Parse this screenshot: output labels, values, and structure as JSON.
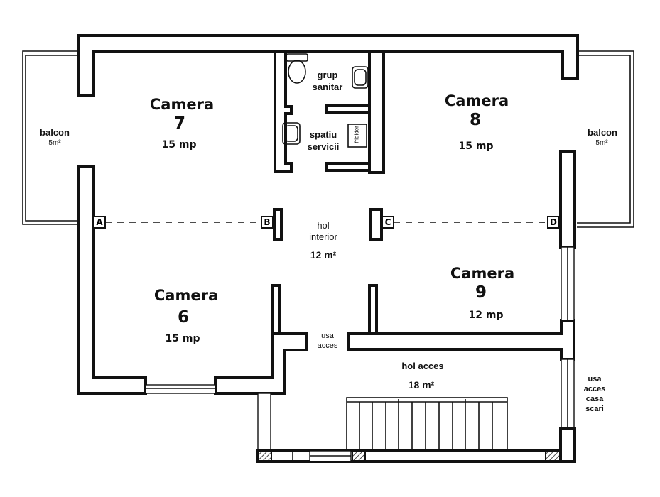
{
  "plan": {
    "rooms": [
      {
        "id": "camera-7",
        "title": "Camera",
        "number": "7",
        "area": "15 mp"
      },
      {
        "id": "camera-8",
        "title": "Camera",
        "number": "8",
        "area": "15 mp"
      },
      {
        "id": "camera-6",
        "title": "Camera",
        "number": "6",
        "area": "15 mp"
      },
      {
        "id": "camera-9",
        "title": "Camera",
        "number": "9",
        "area": "12 mp"
      }
    ],
    "balcony_left": {
      "label": "balcon",
      "area": "5m²"
    },
    "balcony_right": {
      "label": "balcon",
      "area": "5m²"
    },
    "bathroom": {
      "line1": "grup",
      "line2": "sanitar"
    },
    "service": {
      "line1": "spatiu",
      "line2": "servicii",
      "fridge": "frigider"
    },
    "hall_interior": {
      "line1": "hol",
      "line2": "interior",
      "area": "12 m²"
    },
    "hall_access": {
      "label": "hol acces",
      "area": "18 m²"
    },
    "access_door": {
      "line1": "usa",
      "line2": "acces"
    },
    "stair_door": {
      "line1": "usa",
      "line2": "acces",
      "line3": "casa",
      "line4": "scari"
    },
    "section_markers": [
      "A",
      "B",
      "C",
      "D"
    ]
  }
}
